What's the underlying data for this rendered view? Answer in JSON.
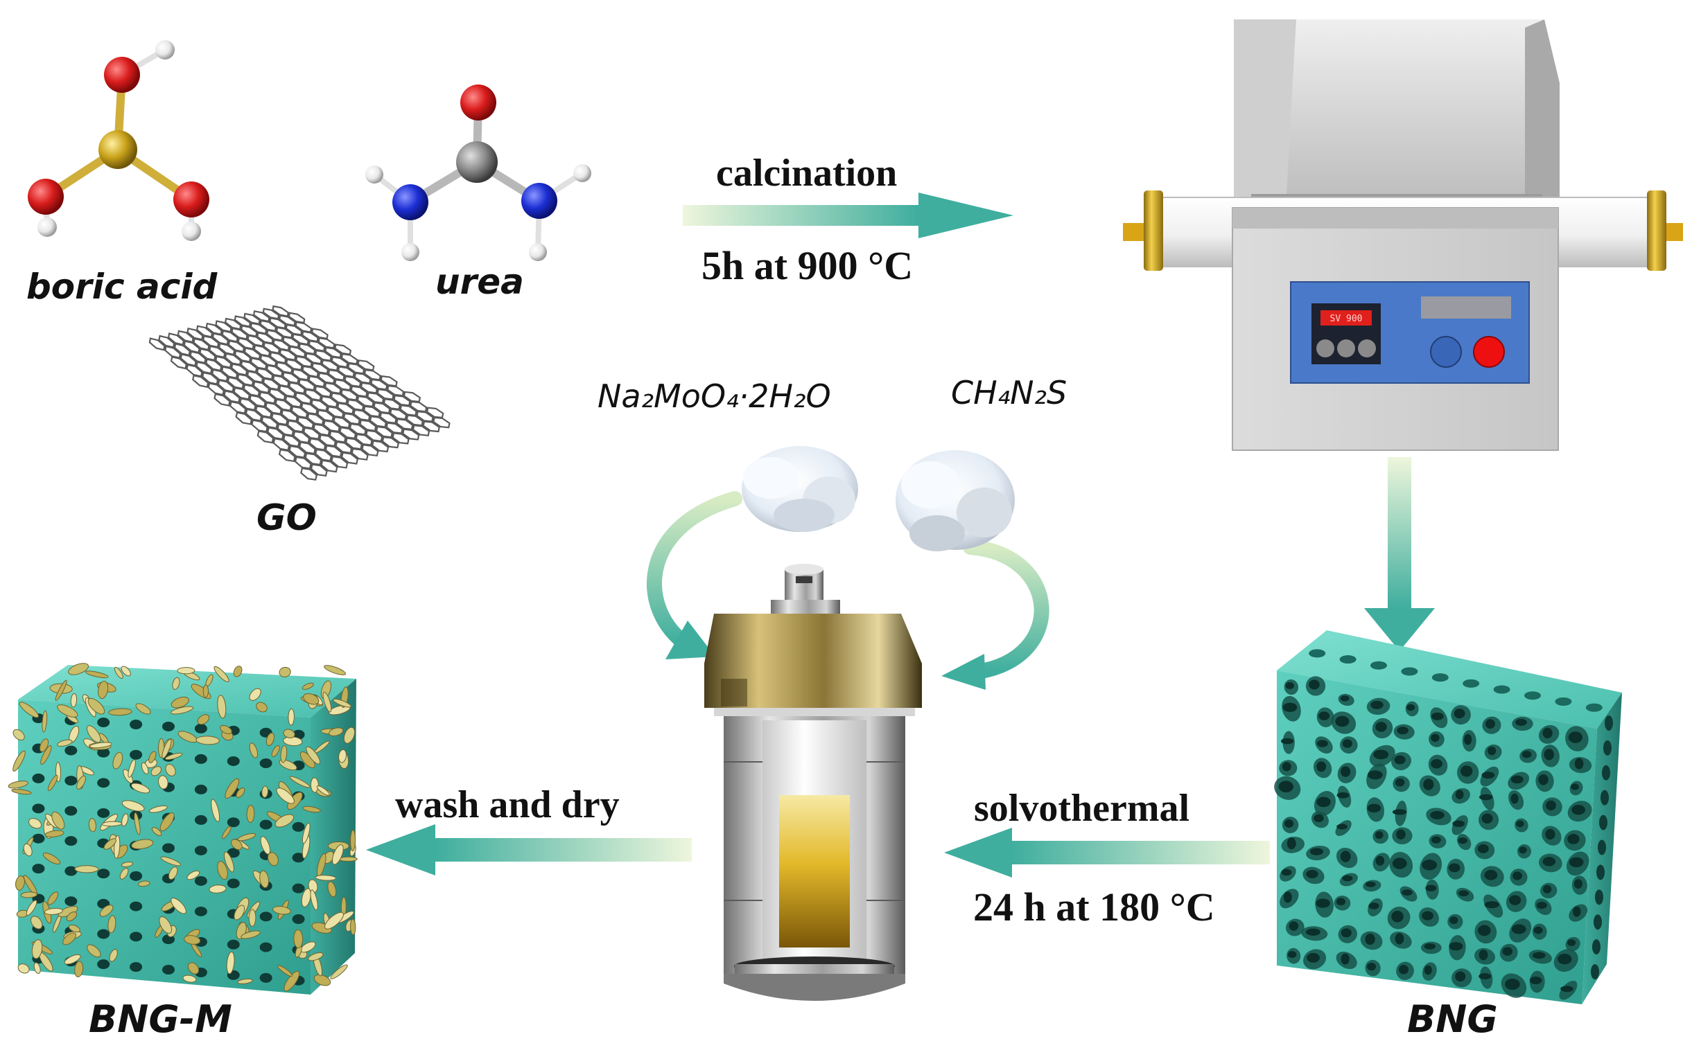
{
  "reagents": {
    "boric_acid": "boric acid",
    "urea": "urea",
    "go": "GO",
    "sodium_molybdate": "Na₂MoO₄·2H₂O",
    "thiourea": "CH₄N₂S"
  },
  "steps": {
    "calcination": "calcination",
    "calcination_conditions": "5h at 900 °C",
    "solvothermal": "solvothermal",
    "solvothermal_conditions": "24 h at 180 °C",
    "wash": "wash and dry"
  },
  "products": {
    "bng": "BNG",
    "bng_m": "BNG-M"
  },
  "furnace": {
    "display": "SV 900"
  },
  "colors": {
    "oxygen": "#d91c1c",
    "boron": "#c9a21a",
    "nitrogen": "#1c2fd4",
    "carbon": "#8a8a8a",
    "hydrogen": "#f2f2f2",
    "teal": "#4bbfae",
    "arrow_light": "#e3f2cf",
    "arrow_dark": "#3fae9e",
    "flake": "#d9d08a",
    "panel_blue": "#4a79c9"
  }
}
